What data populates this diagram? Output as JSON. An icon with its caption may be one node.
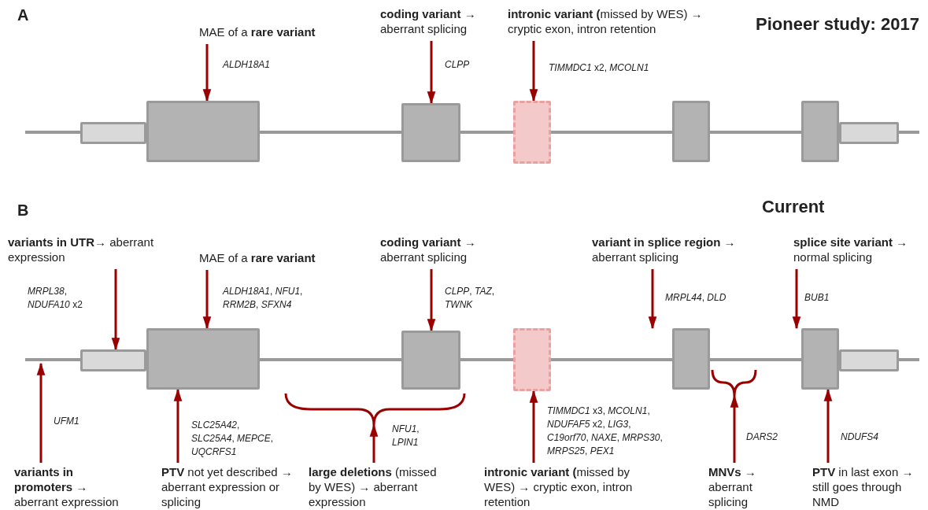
{
  "diagram": {
    "nodes": [
      {
        "text": [
          "MAE of a **rare variant**"
        ]
      },
      {
        "text": [
          "**coding variant** → aberrant splicing"
        ]
      },
      {
        "text": [
          "**intronic variant (**missed by WES) → cryptic exon, intron retention"
        ]
      },
      {
        "text": [],
        "shape": "box"
      },
      {
        "text": [],
        "shape": "box"
      },
      {
        "text": [],
        "shape": "box"
      },
      {
        "text": [],
        "shape": "box"
      },
      {
        "text": [],
        "shape": "box"
      },
      {
        "text": [],
        "shape": "box"
      },
      {
        "text": [],
        "shape": "box"
      },
      {
        "text": [],
        "shape": "box"
      },
      {
        "text": [],
        "shape": "box"
      },
      {
        "text": [],
        "shape": "box"
      },
      {
        "text": [],
        "shape": "box"
      },
      {
        "text": [],
        "shape": "box"
      },
      {
        "text": [],
        "shape": "box"
      },
      {
        "text": [],
        "shape": "box"
      },
      {
        "text": [
          "**variants in UTR**→ aberrant expression"
        ]
      },
      {
        "text": [
          "MAE of a **rare variant**"
        ]
      },
      {
        "text": [
          "**coding variant** → aberrant splicing"
        ]
      },
      {
        "text": [
          "**variant in splice region** → aberrant splicing"
        ]
      },
      {
        "text": [
          "**splice site variant** → normal splicing"
        ]
      },
      {
        "text": [
          "**variants in promoters** → aberrant expression"
        ]
      },
      {
        "text": [
          "**PTV** not yet described → aberrant expression or splicing"
        ]
      },
      {
        "text": [
          "**large deletions** (missed by WES) → aberrant expression"
        ]
      },
      {
        "text": [
          "**intronic variant (**missed by WES) → cryptic exon, intron retention"
        ]
      },
      {
        "text": [
          "**MNVs** → aberrant splicing"
        ]
      },
      {
        "text": [
          "**PTV** in last exon → still goes through NMD"
        ]
      },
      {
        "text": [],
        "shape": "brace"
      },
      {
        "text": [],
        "shape": "brace"
      }
    ],
    "edges": [
      {
        "from": 0,
        "to": 4,
        "arrow": "to",
        "label": "*ALDH18A1*"
      },
      {
        "from": 1,
        "to": 5,
        "arrow": "to",
        "label": "*CLPP*"
      },
      {
        "from": 2,
        "to": 6,
        "arrow": "to",
        "label": "*TIMMDC1* x2, *MCOLN1*"
      },
      {
        "from": 17,
        "to": 10,
        "arrow": "to",
        "label": "*MRPL38*, *NDUFA10* x2"
      },
      {
        "from": 18,
        "to": 11,
        "arrow": "to",
        "label": "*ALDH18A1*, *NFU1*, *RRM2B*, *SFXN4*"
      },
      {
        "from": 19,
        "to": 12,
        "arrow": "to",
        "label": "*CLPP*, *TAZ*, *TWNK*"
      },
      {
        "from": 20,
        "to": 14,
        "arrow": "to",
        "label": "*MRPL44*, *DLD*"
      },
      {
        "from": 21,
        "to": 15,
        "arrow": "to",
        "label": "*BUB1*"
      },
      {
        "from": 22,
        "to": null,
        "arrow": "to",
        "label": "*UFM1*"
      },
      {
        "from": 23,
        "to": 11,
        "arrow": "to",
        "label": "*SLC25A42*, *SLC25A4*, *MEPCE*, *UQCRFS1*"
      },
      {
        "from": 24,
        "to": 28,
        "arrow": "to",
        "label": "*NFU1*, *LPIN1*"
      },
      {
        "from": 25,
        "to": 13,
        "arrow": "to",
        "label": "*TIMMDC1* x3, *MCOLN1*, *NDUFAF5* x2, *LIG3*, *C19orf70*, *NAXE*, *MRPS30*, *MRPS25*, *PEX1*"
      },
      {
        "from": 26,
        "to": 29,
        "arrow": "to",
        "label": "*DARS2*"
      },
      {
        "from": 27,
        "to": 15,
        "arrow": "to",
        "label": "*NDUFS4*"
      }
    ],
    "labels": [
      "A",
      "Pioneer study: 2017",
      "B",
      "Current"
    ]
  }
}
